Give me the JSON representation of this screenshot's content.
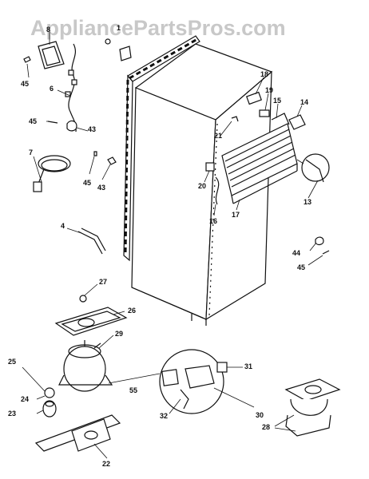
{
  "watermark": "AppliancePartsPros.com",
  "callouts": {
    "c1": "1",
    "c8": "8",
    "c45a": "45",
    "c6": "6",
    "c45b": "45",
    "c43a": "43",
    "c7": "7",
    "c45c": "45",
    "c43b": "43",
    "c4": "4",
    "c27": "27",
    "c26": "26",
    "c29": "29",
    "c25": "25",
    "c24": "24",
    "c23": "23",
    "c55": "55",
    "c22": "22",
    "c32": "32",
    "c31": "31",
    "c30": "30",
    "c28": "28",
    "c18": "18",
    "c19": "19",
    "c15": "15",
    "c14": "14",
    "c21": "21",
    "c20": "20",
    "c16": "16",
    "c17": "17",
    "c13": "13",
    "c44": "44",
    "c45d": "45"
  },
  "colors": {
    "ink": "#111111",
    "watermark": "#c8c8c8",
    "background": "#ffffff"
  }
}
